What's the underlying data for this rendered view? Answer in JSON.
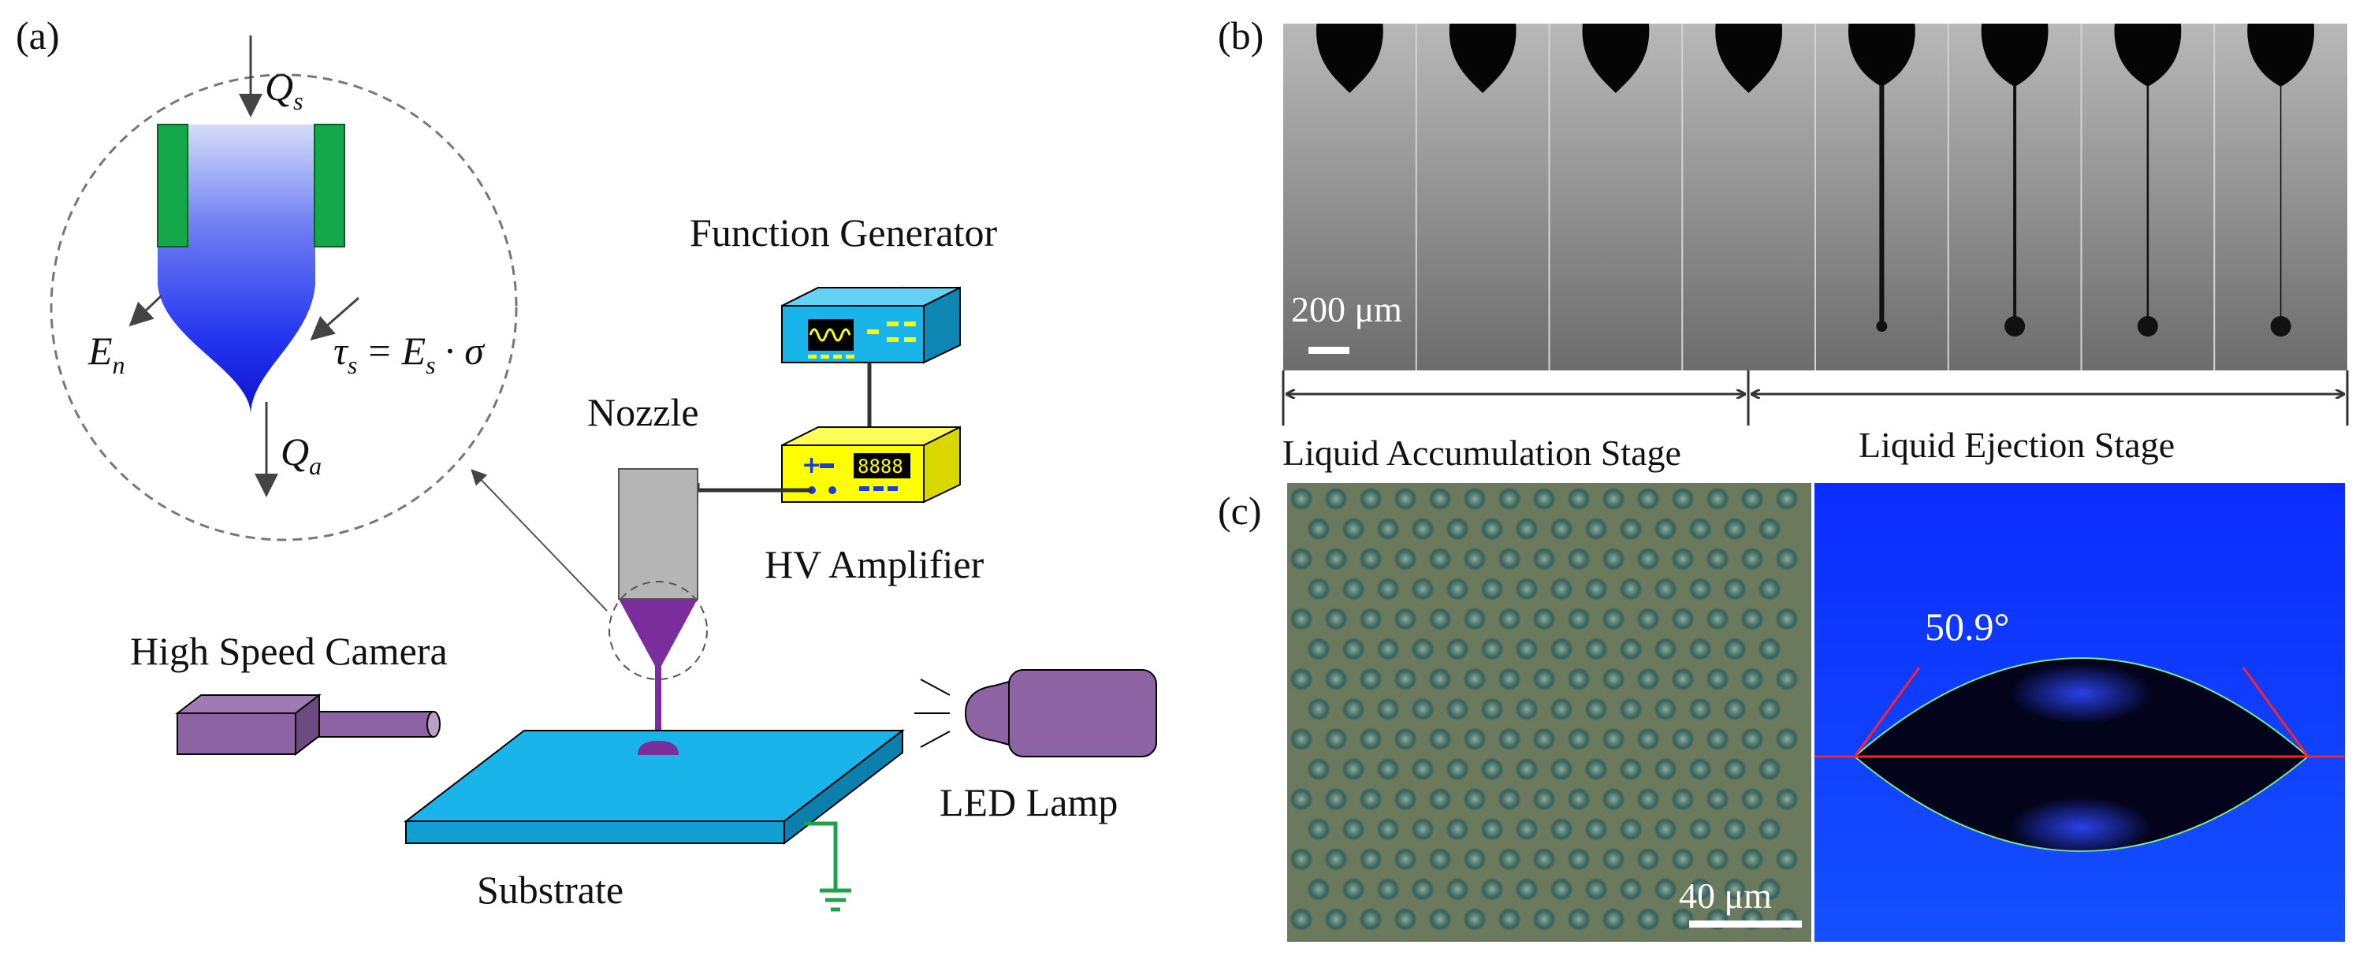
{
  "panel_a": {
    "label": "(a)",
    "inset": {
      "flow_in": "Q",
      "flow_in_sub": "s",
      "flow_out": "Q",
      "flow_out_sub": "a",
      "normal_field": "E",
      "normal_field_sub": "n",
      "stress_eq_lhs": "τ",
      "stress_eq_lhs_sub": "s",
      "stress_eq_eq": "=",
      "stress_eq_field": "E",
      "stress_eq_field_sub": "s",
      "stress_eq_dot": "·",
      "stress_eq_sigma": "σ"
    },
    "labels": {
      "function_generator": "Function  Generator",
      "nozzle": "Nozzle",
      "hv_amplifier": "HV  Amplifier",
      "high_speed_camera": "High Speed Camera",
      "led_lamp": "LED Lamp",
      "substrate": "Substrate"
    },
    "amplifier_display": "8888",
    "colors": {
      "cyan": "#18b4ea",
      "yellow": "#ffff00",
      "purple": "#8e63a3",
      "jet": "#7b2d9b",
      "green": "#1fa34a",
      "inset_blue": "#2233ee"
    }
  },
  "panel_b": {
    "label": "(b)",
    "scale_bar": "200 μm",
    "frame_count": 8,
    "stages": [
      "Liquid Accumulation Stage",
      "Liquid Ejection Stage"
    ]
  },
  "panel_c": {
    "label": "(c)",
    "scale_bar": "40 μm",
    "contact_angle": "50.9°"
  }
}
